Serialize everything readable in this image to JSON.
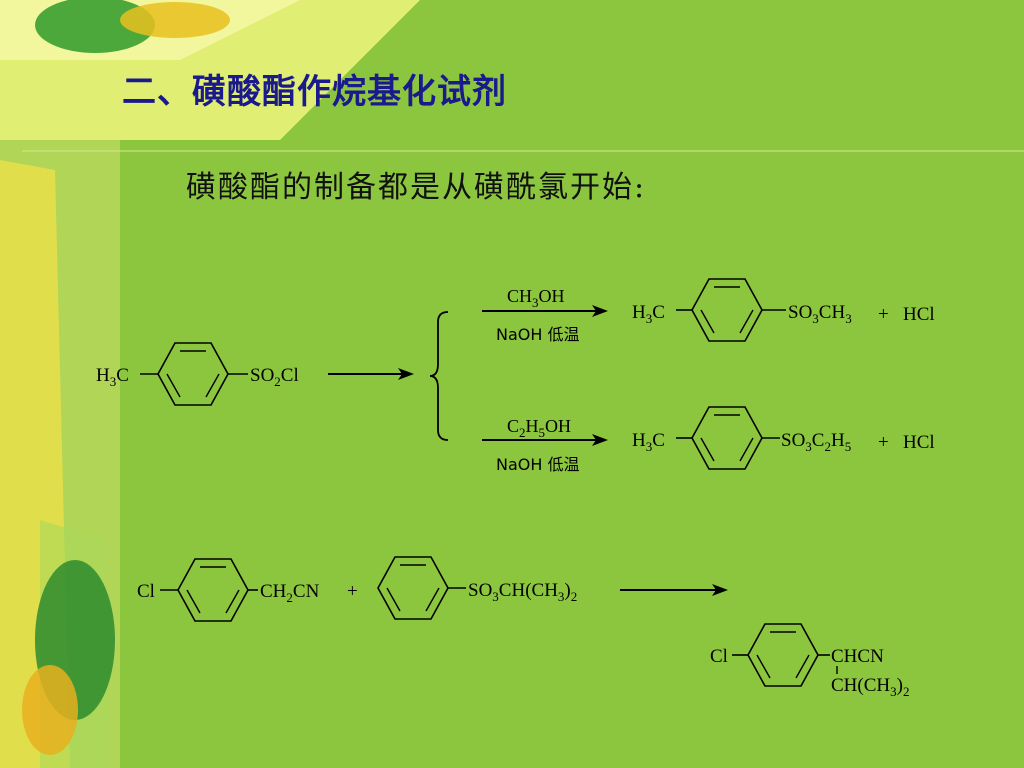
{
  "title": "二、磺酸酯作烷基化试剂",
  "subtitle": "磺酸酯的制备都是从磺酰氯开始:",
  "scheme1": {
    "reactant": {
      "left": [
        "H",
        "3",
        "C"
      ],
      "right": [
        "SO",
        "2",
        "Cl"
      ]
    },
    "route1": {
      "reagent_top": [
        "CH",
        "3",
        "OH"
      ],
      "reagent_bottom": "NaOH  低温",
      "product_left": [
        "H",
        "3",
        "C"
      ],
      "product_right": [
        "SO",
        "3",
        "CH",
        "3"
      ],
      "plus": "+",
      "byproduct": "HCl"
    },
    "route2": {
      "reagent_top": [
        "C",
        "2",
        "H",
        "5",
        "OH"
      ],
      "reagent_bottom": "NaOH  低温",
      "product_left": [
        "H",
        "3",
        "C"
      ],
      "product_right": [
        "SO",
        "3",
        "C",
        "2",
        "H",
        "5"
      ],
      "plus": "+",
      "byproduct": "HCl"
    }
  },
  "scheme2": {
    "reactant1_left": "Cl",
    "reactant1_right": [
      "CH",
      "2",
      "CN"
    ],
    "plus": "+",
    "reactant2_right": [
      "SO",
      "3",
      "CH(CH",
      "3",
      ")",
      "2"
    ],
    "product_left": "Cl",
    "product_line1": "CHCN",
    "product_line2": [
      "CH(CH",
      "3",
      ")",
      "2"
    ]
  },
  "colors": {
    "background": "#8cc63f",
    "title": "#1a1a8c"
  }
}
